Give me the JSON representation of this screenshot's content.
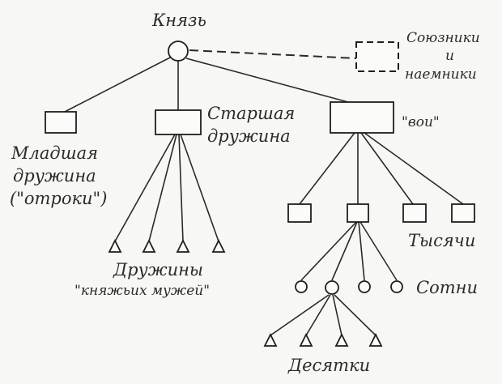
{
  "labels": {
    "prince": "Князь",
    "allies_1": "Союзники",
    "allies_2": "и",
    "allies_3": "наемники",
    "senior_1": "Старшая",
    "senior_2": "дружина",
    "warriors": "\"вои\"",
    "junior_1": "Младшая",
    "junior_2": "дружина",
    "junior_3": "(\"отроки\")",
    "retinues_1": "Дружины",
    "retinues_2": "\"княжьих мужей\"",
    "thousands": "Тысячи",
    "hundreds": "Сотни",
    "tens": "Десятки"
  },
  "colors": {
    "line": "#2a2a2a",
    "background": "#f7f7f5"
  }
}
